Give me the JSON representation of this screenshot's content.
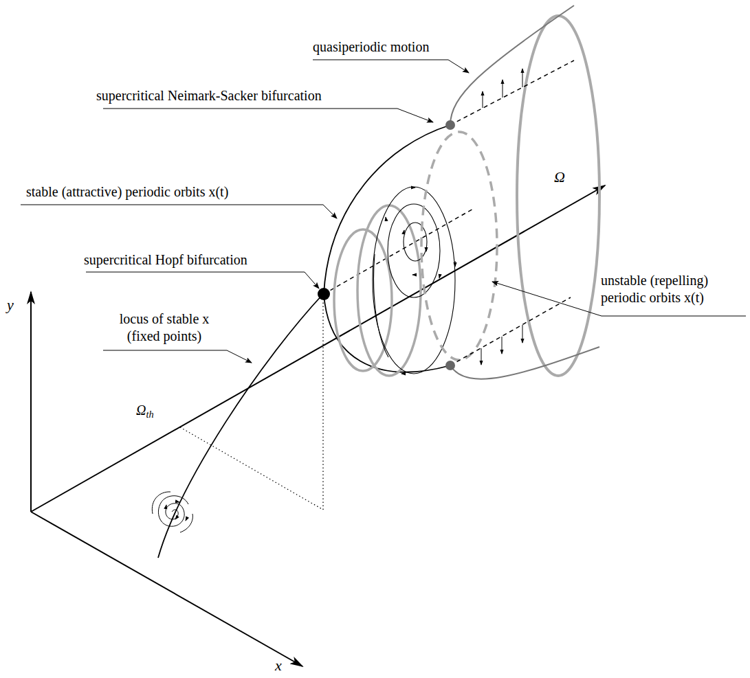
{
  "diagram": {
    "labels": [
      "quasiperiodic motion",
      "supercritical Neimark-Sacker bifurcation",
      "Ω",
      "stable (attractive) periodic orbits x(t)",
      "supercritical Hopf bifurcation",
      "unstable (repelling) periodic orbits x(t)",
      "y",
      "locus of stable x (fixed points)",
      "Ωth",
      "x"
    ]
  }
}
